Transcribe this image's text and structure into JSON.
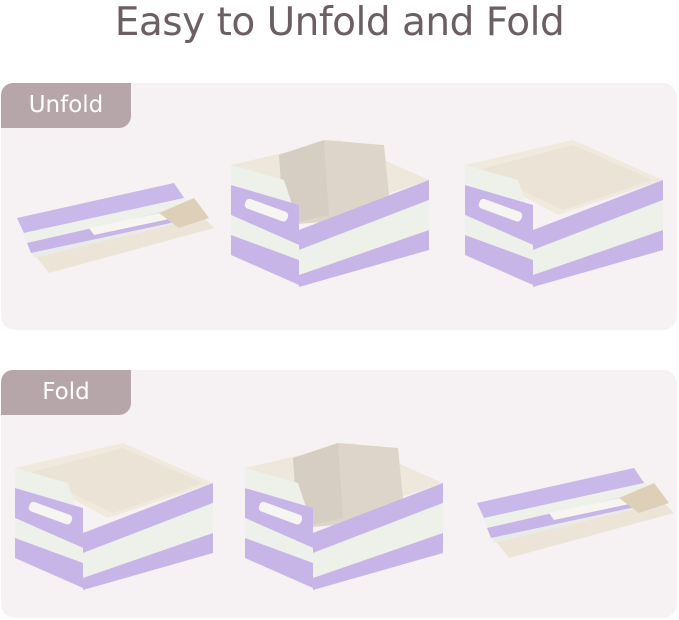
{
  "header": {
    "title": "Easy to Unfold and Fold"
  },
  "sections": [
    {
      "label": "Unfold",
      "steps": [
        {
          "state": "folded-flat",
          "icon": "folded-bin-image"
        },
        {
          "state": "half-open-with-insert",
          "icon": "half-open-bin-image"
        },
        {
          "state": "fully-open",
          "icon": "open-bin-image"
        }
      ]
    },
    {
      "label": "Fold",
      "steps": [
        {
          "state": "fully-open",
          "icon": "open-bin-image"
        },
        {
          "state": "half-open-with-insert",
          "icon": "half-open-bin-image"
        },
        {
          "state": "folded-flat",
          "icon": "folded-bin-image"
        }
      ]
    }
  ],
  "colors": {
    "title": "#6b5f63",
    "tab": "#b7a6a9",
    "panel": "#f6f2f3",
    "stripe_lavender": "#c7b5e8",
    "stripe_white": "#eef0ea",
    "interior": "#ede6da",
    "insert": "#ddd5c9"
  }
}
